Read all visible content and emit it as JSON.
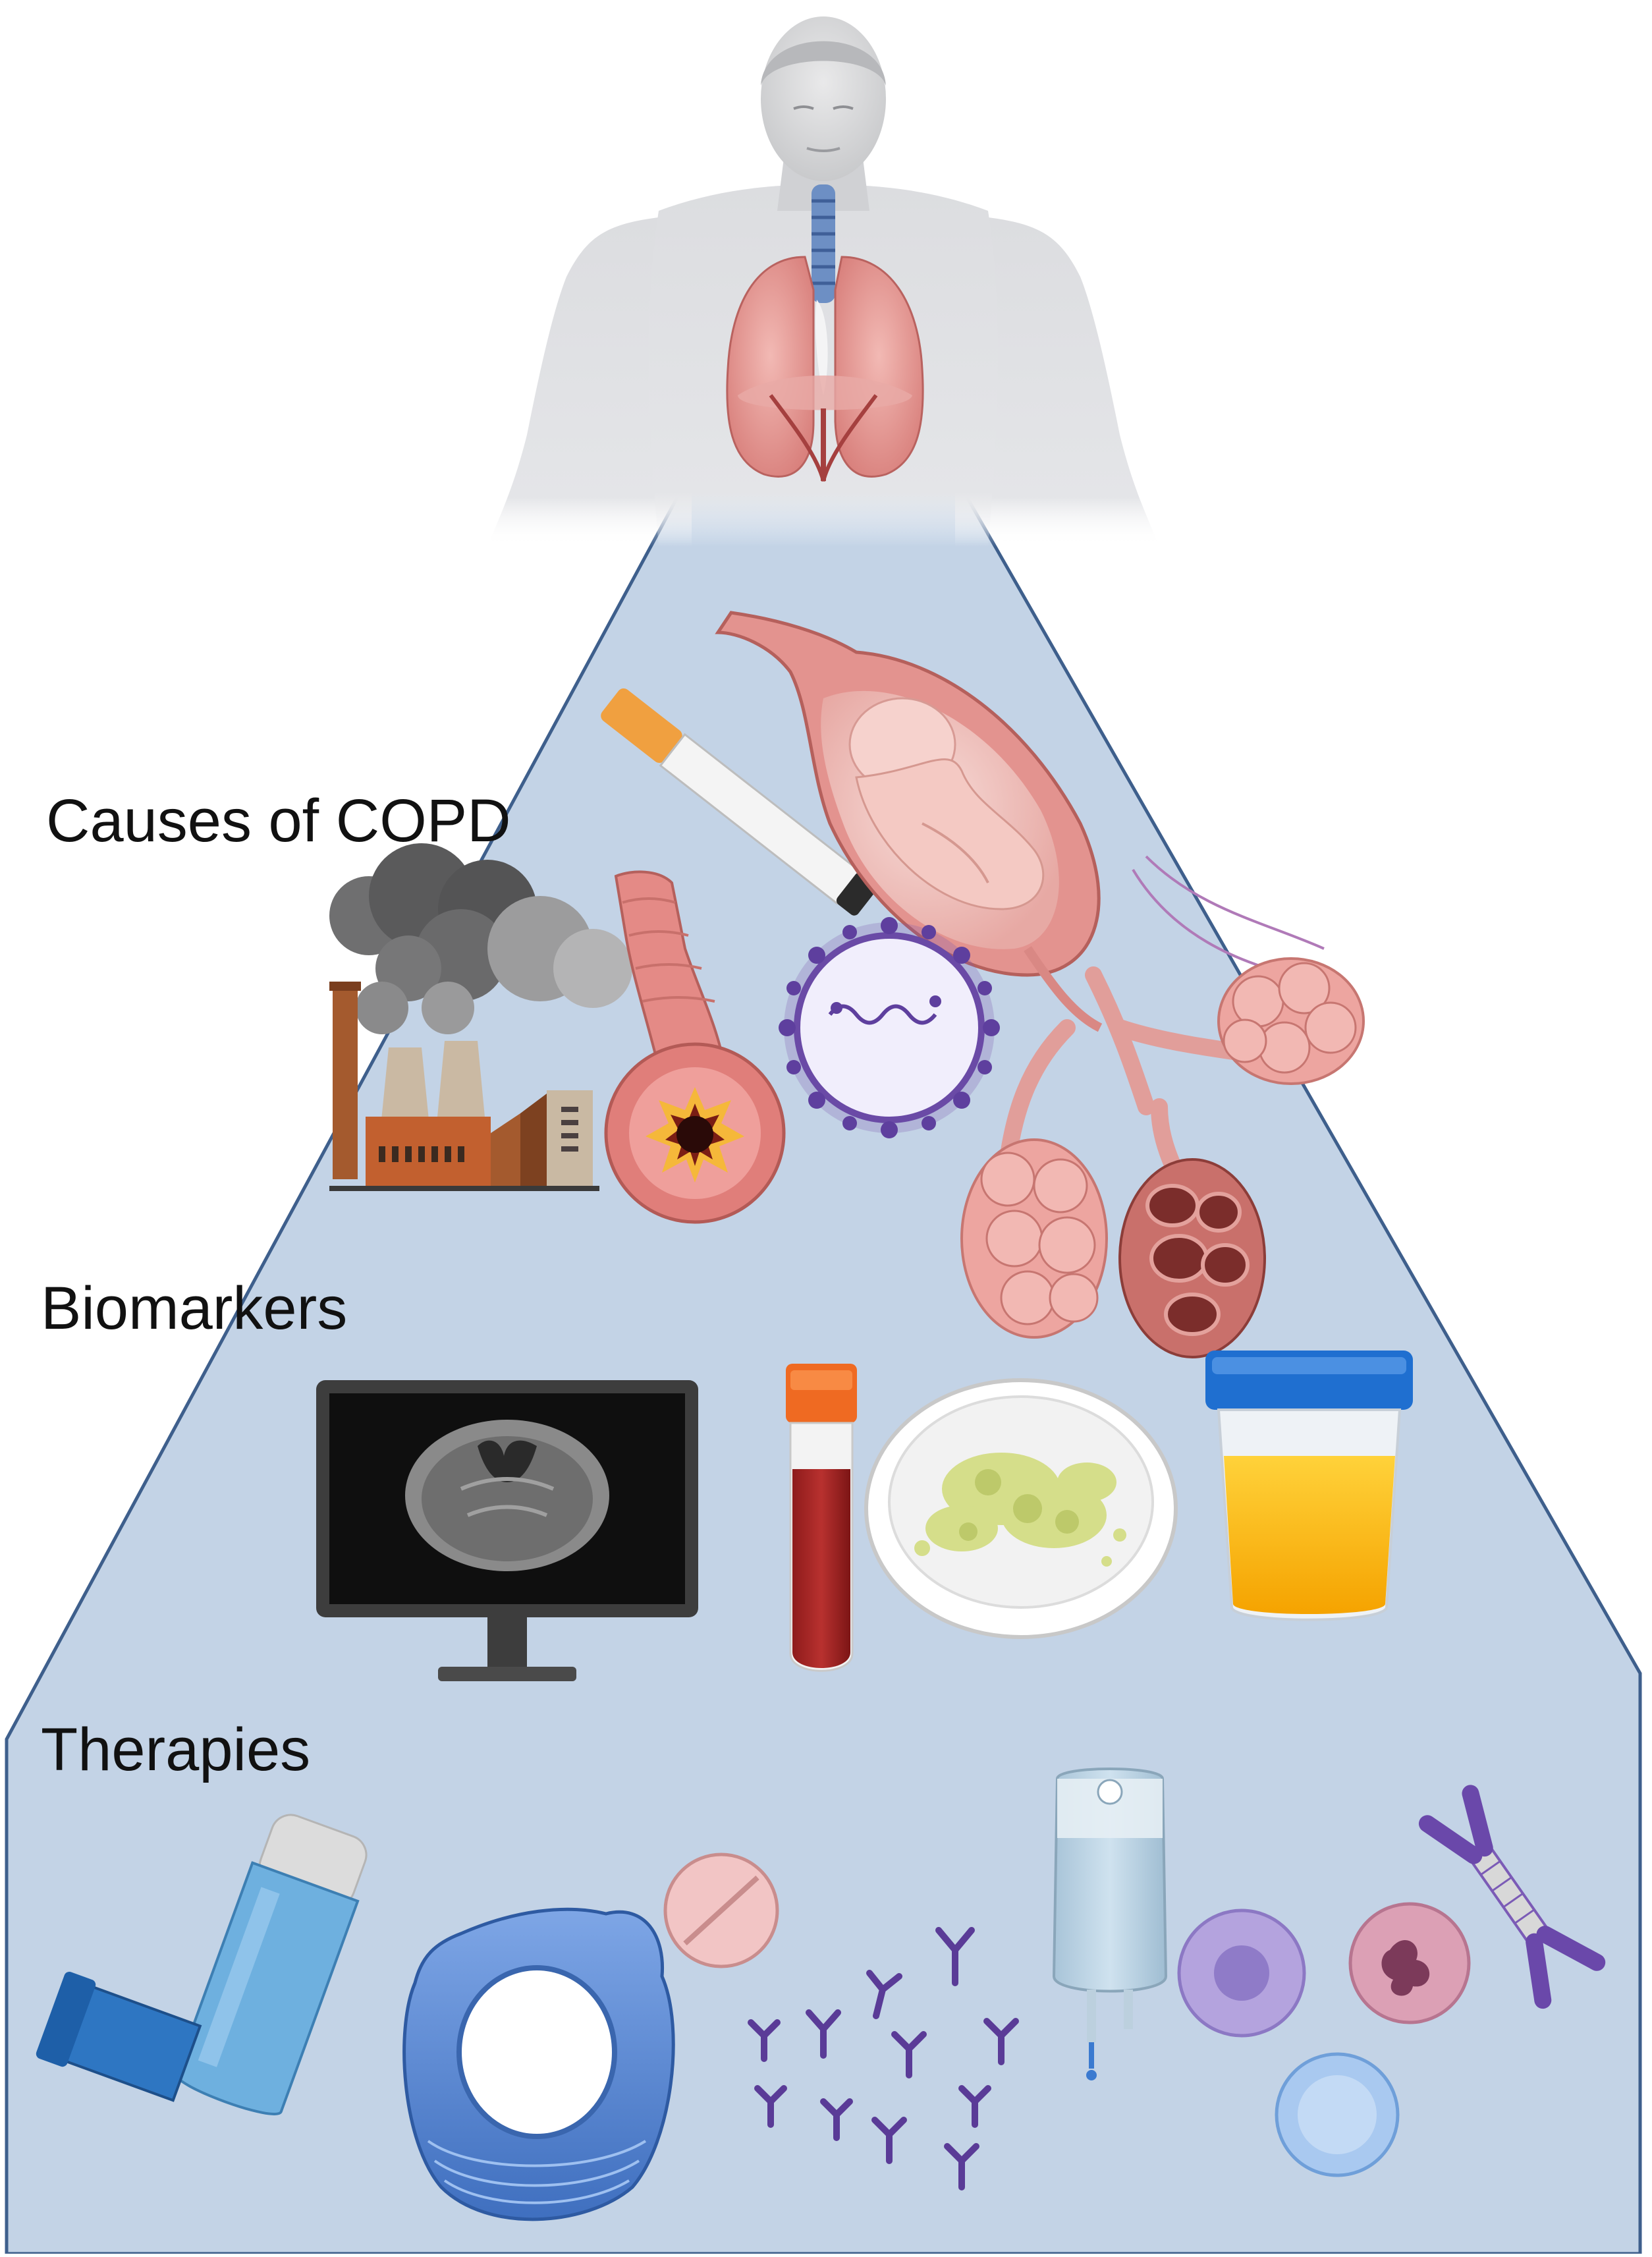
{
  "labels": {
    "causes": "Causes of COPD",
    "biomarkers": "Biomarkers",
    "therapies": "Therapies"
  },
  "colors": {
    "pyramid_fill": "#c3d3e6",
    "pyramid_stroke": "#3e5f8c",
    "label_text": "#111111"
  },
  "icons": {
    "person": "human-torso-lungs-icon",
    "causes": [
      "factory-smoke-icon",
      "cigarette-icon",
      "inflamed-airway-icon",
      "virus-icon",
      "fetus-in-womb-icon",
      "alveoli-icon"
    ],
    "biomarkers": [
      "ct-scan-monitor-icon",
      "blood-tube-icon",
      "sputum-petri-dish-icon",
      "urine-cup-icon"
    ],
    "therapies": [
      "inhaler-icon",
      "pill-icon",
      "antibodies-icon",
      "iv-bag-icon",
      "spacer-device-icon",
      "immune-cells-icon",
      "antibody-icon"
    ]
  }
}
